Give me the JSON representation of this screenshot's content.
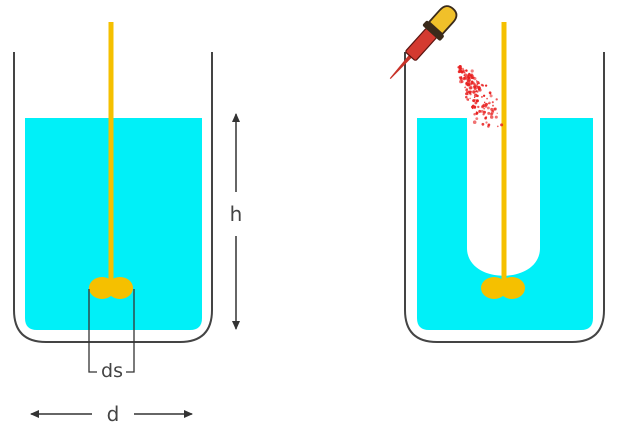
{
  "labels": {
    "height": "h",
    "impeller_diameter": "ds",
    "vessel_diameter": "d"
  },
  "colors": {
    "liquid": "#00f0f8",
    "vessel_wall": "#444444",
    "shaft": "#f5c000",
    "impeller": "#f5c000",
    "dropper_bulb": "#f0c02a",
    "dropper_tube": "#c83228",
    "spray": "#e82020",
    "dimension_line": "#333333"
  },
  "icons": {
    "dropper": "dropper-icon",
    "arrow_up": "arrow-up-icon",
    "arrow_down": "arrow-down-icon",
    "arrow_left": "arrow-left-icon",
    "arrow_right": "arrow-right-icon"
  }
}
